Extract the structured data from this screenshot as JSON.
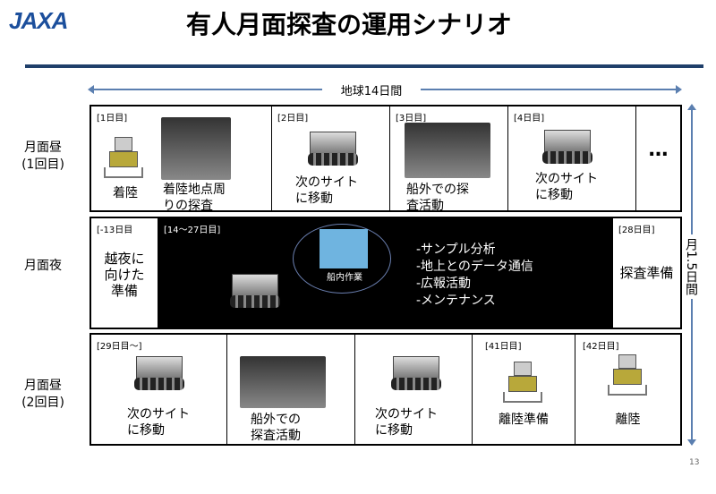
{
  "header": {
    "logo": "JAXA",
    "title": "有人月面探査の運用シナリオ",
    "page_number": "13"
  },
  "axes": {
    "horizontal": "地球14日間",
    "vertical": "月1.5日間"
  },
  "rows": [
    {
      "label": "月面昼\n(1回目)",
      "cells": [
        {
          "day": "[1日目]",
          "captions": [
            "着陸",
            "着陸地点周\nりの探査"
          ]
        },
        {
          "day": "[2日目]",
          "captions": [
            "次のサイト\nに移動"
          ]
        },
        {
          "day": "[3日目]",
          "captions": [
            "船外での探\n査活動"
          ]
        },
        {
          "day": "[4日目]",
          "captions": [
            "次のサイト\nに移動"
          ]
        },
        {
          "day": "",
          "captions": [
            "…"
          ]
        }
      ]
    },
    {
      "label": "月面夜",
      "cells": [
        {
          "day": "[-13日目",
          "captions": [
            "越夜に\n向けた\n準備"
          ]
        },
        {
          "day": "[14〜27日目]",
          "bubble": "船内作業",
          "activities": "-サンプル分析\n-地上とのデータ通信\n-広報活動\n-メンテナンス"
        },
        {
          "day": "[28日目]",
          "captions": [
            "探査準備"
          ]
        }
      ]
    },
    {
      "label": "月面昼\n(2回目)",
      "cells": [
        {
          "day": "[29日目〜]",
          "captions": [
            "次のサイト\nに移動"
          ]
        },
        {
          "day": "",
          "captions": [
            "船外での\n探査活動"
          ]
        },
        {
          "day": "",
          "captions": [
            "次のサイト\nに移動"
          ]
        },
        {
          "day": "[41日目]",
          "captions": [
            "離陸準備"
          ]
        },
        {
          "day": "[42日目]",
          "captions": [
            "離陸"
          ]
        }
      ]
    }
  ]
}
